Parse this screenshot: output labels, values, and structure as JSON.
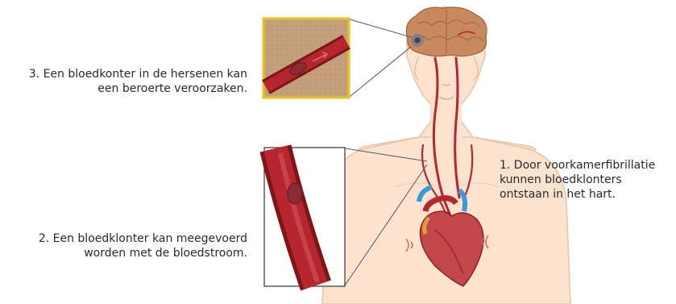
{
  "labels": {
    "step3": {
      "line1": "3. Een bloedkonter in de hersenen kan",
      "line2": "een beroerte veroorzaken."
    },
    "step2": {
      "line1": "2. Een bloedklonter kan meegevoerd",
      "line2": "worden met de bloedstroom."
    },
    "step1": {
      "line1": "1. Door voorkamerfibrillatie",
      "line2": "kunnen bloedklonters",
      "line3": "ontstaan in het hart."
    }
  },
  "colors": {
    "skin": "#fbe3cf",
    "skin_outline": "#e9c3a6",
    "artery": "#b7262e",
    "artery_dark": "#7e1519",
    "brain": "#c9895f",
    "inset_border_gold": "#e7c31b",
    "inset_bg_brown": "#c4a07a",
    "clot": "#8b2c34",
    "heart": "#c2464a",
    "vein_blue": "#3a9bd5"
  }
}
